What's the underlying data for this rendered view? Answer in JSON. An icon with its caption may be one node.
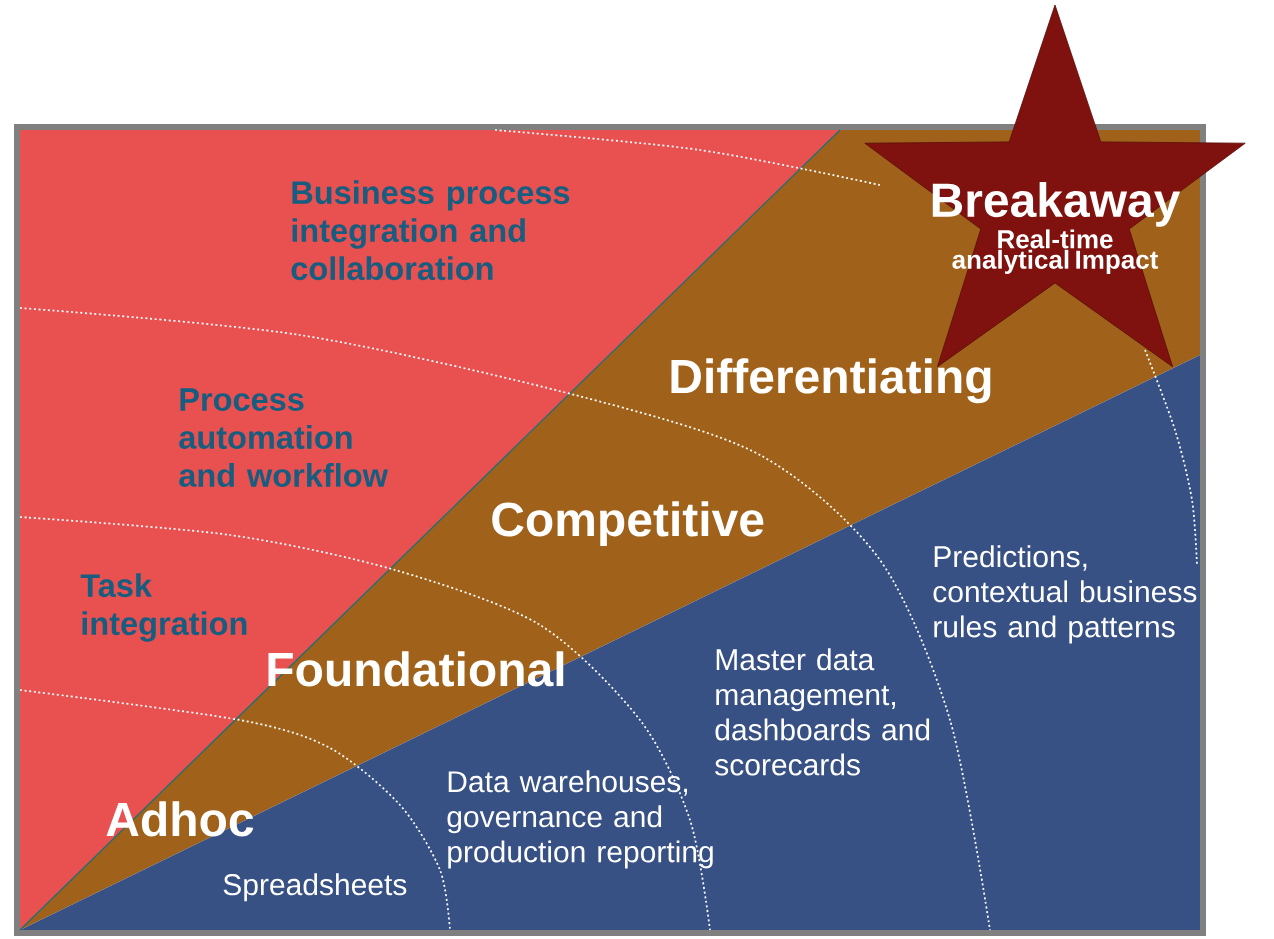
{
  "diagram": {
    "nodes": [
      {
        "text": [
          "Breakaway",
          "Real-time analytical Impact"
        ]
      }
    ],
    "labels": [
      "Business process integration and collaboration",
      "Process automation and workflow",
      "Differentiating",
      "Competitive",
      "Task integration",
      "Predictions, contextual business rules and patterns",
      "Foundational",
      "Master data management, dashboards and scorecards",
      "Data warehouses, governance and production reporting",
      "Adhoc",
      "Spreadsheets"
    ]
  }
}
